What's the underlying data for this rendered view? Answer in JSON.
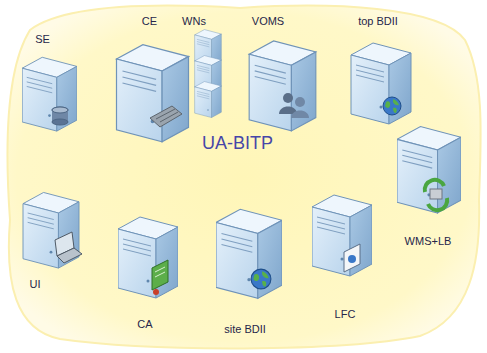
{
  "diagram": {
    "nodes": [
      {
        "text": [
          "UA-BITP"
        ]
      },
      {
        "text": [
          "SE"
        ],
        "in": 0
      },
      {
        "text": [
          "CE"
        ],
        "in": 0
      },
      {
        "text": [
          "WNs"
        ],
        "in": 0
      },
      {
        "text": [
          "VOMS"
        ],
        "in": 0
      },
      {
        "text": [
          "top BDII"
        ],
        "in": 0
      },
      {
        "text": [
          "WMS+LB"
        ],
        "in": 0
      },
      {
        "text": [
          "UI"
        ],
        "in": 0
      },
      {
        "text": [
          "CA"
        ],
        "in": 0
      },
      {
        "text": [
          "site BDII"
        ],
        "in": 0
      },
      {
        "text": [
          "LFC"
        ],
        "in": 0
      }
    ]
  }
}
